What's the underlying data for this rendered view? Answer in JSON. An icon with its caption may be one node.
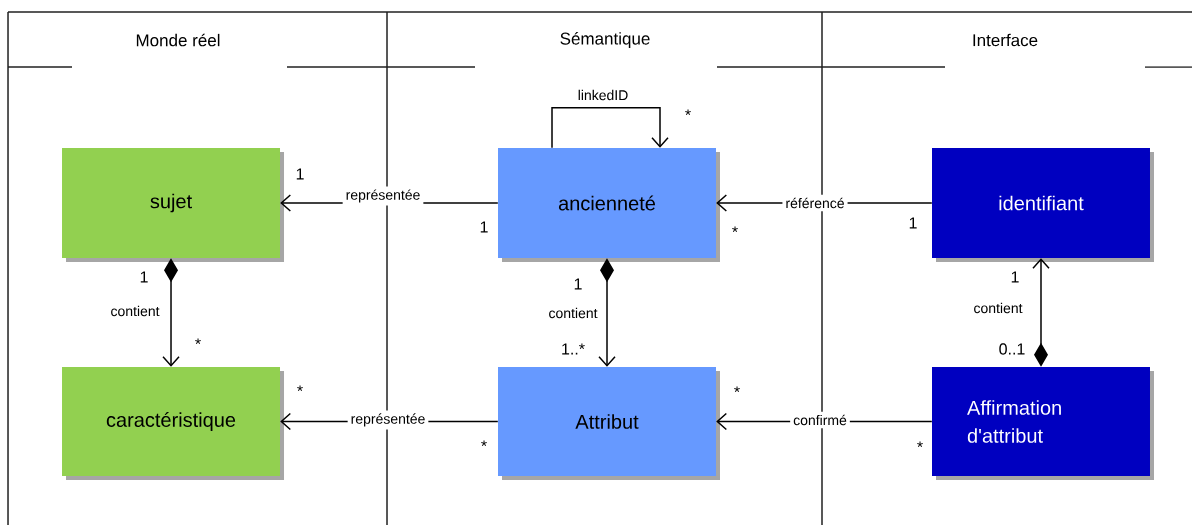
{
  "diagram": {
    "nodes": [
      {
        "text": [
          "sujet"
        ]
      },
      {
        "text": [
          "ancienneté"
        ]
      },
      {
        "text": [
          "identifiant"
        ]
      },
      {
        "text": [
          "caractéristique"
        ]
      },
      {
        "text": [
          "Attribut"
        ]
      },
      {
        "text": [
          "Affirmation d'attribut"
        ]
      }
    ],
    "edges": [
      {
        "from": 1,
        "to": 1,
        "arrow": "to",
        "label": "linkedID"
      },
      {
        "from": 1,
        "to": 0,
        "arrow": "to",
        "label": "représentée"
      },
      {
        "from": 2,
        "to": 1,
        "arrow": "to",
        "label": "référencé"
      },
      {
        "from": 0,
        "to": 3,
        "arrow": "to",
        "label": "contient"
      },
      {
        "from": 1,
        "to": 4,
        "arrow": "to",
        "label": "contient"
      },
      {
        "from": 5,
        "to": 2,
        "arrow": "to",
        "label": "contient"
      },
      {
        "from": 4,
        "to": 3,
        "arrow": "to",
        "label": "représentée"
      },
      {
        "from": 5,
        "to": 4,
        "arrow": "to",
        "label": "confirmé"
      }
    ],
    "labels": [
      "Monde réel",
      "Sémantique",
      "Interface",
      "*",
      "1",
      "1",
      "*",
      "1",
      "1",
      "1",
      "1",
      "*",
      "1..*",
      "0..1",
      "*",
      "*",
      "*",
      "*"
    ]
  }
}
